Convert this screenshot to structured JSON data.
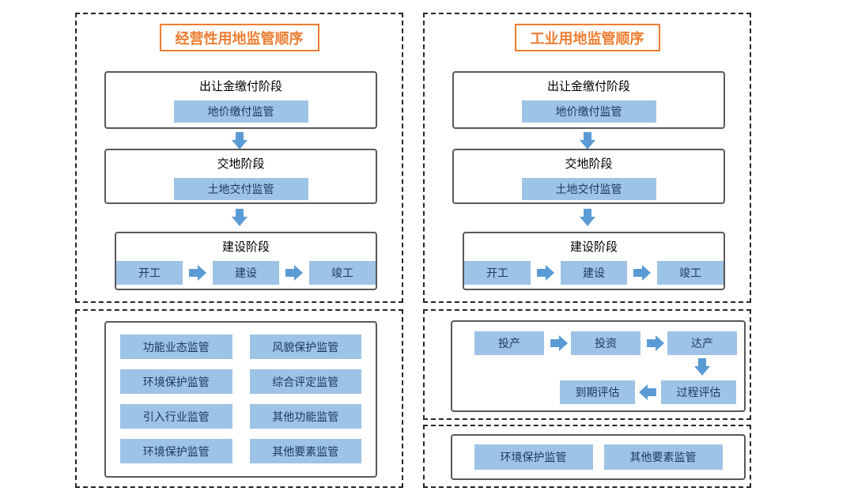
{
  "colors": {
    "accent-orange": "#ED7D31",
    "box-blue": "#9DC3E6",
    "arrow-blue": "#5B9BD5",
    "stage-border": "#595959",
    "dash-border": "#262626",
    "blue-text": "#1F3864"
  },
  "commercial": {
    "title": "经营性用地监管顺序",
    "stage1": {
      "title": "出让金缴付阶段",
      "item": "地价缴付监管"
    },
    "stage2": {
      "title": "交地阶段",
      "item": "土地交付监管"
    },
    "stage3": {
      "title": "建设阶段",
      "steps": [
        "开工",
        "建设",
        "竣工"
      ]
    },
    "supervision_items": [
      "功能业态监管",
      "风貌保护监管",
      "环境保护监管",
      "综合评定监管",
      "引入行业监管",
      "其他功能监管",
      "环境保护监管",
      "其他要素监管"
    ]
  },
  "industrial": {
    "title": "工业用地监管顺序",
    "stage1": {
      "title": "出让金缴付阶段",
      "item": "地价缴付监管"
    },
    "stage2": {
      "title": "交地阶段",
      "item": "土地交付监管"
    },
    "stage3": {
      "title": "建设阶段",
      "steps": [
        "开工",
        "建设",
        "竣工"
      ]
    },
    "process": {
      "row1": [
        "投产",
        "投资",
        "达产"
      ],
      "row2": [
        "到期评估",
        "过程评估"
      ]
    },
    "supervision_items": [
      "环境保护监管",
      "其他要素监管"
    ]
  }
}
